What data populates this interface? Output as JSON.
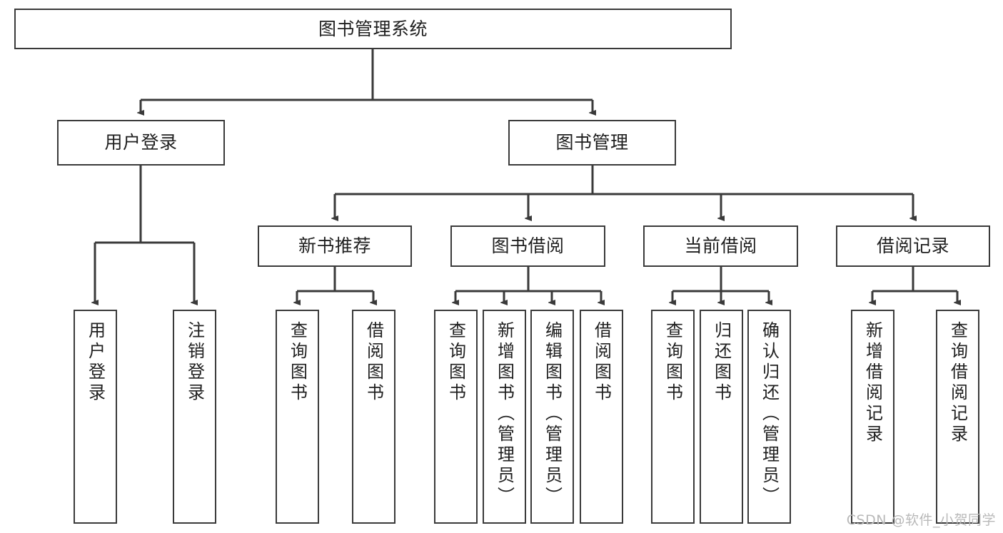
{
  "diagram": {
    "title": "图书管理系统",
    "type": "tree-hierarchy",
    "root": {
      "label": "图书管理系统"
    },
    "level2": [
      {
        "label": "用户登录"
      },
      {
        "label": "图书管理"
      }
    ],
    "level3": [
      {
        "label": "新书推荐"
      },
      {
        "label": "图书借阅"
      },
      {
        "label": "当前借阅"
      },
      {
        "label": "借阅记录"
      }
    ],
    "leaves": {
      "user_login": [
        {
          "label": "用户登录"
        },
        {
          "label": "注销登录"
        }
      ],
      "new_book_recommend": [
        {
          "label": "查询图书"
        },
        {
          "label": "借阅图书"
        }
      ],
      "book_borrow": [
        {
          "label": "查询图书"
        },
        {
          "label": "新增图书（管理员）"
        },
        {
          "label": "编辑图书（管理员）"
        },
        {
          "label": "借阅图书"
        }
      ],
      "current_borrow": [
        {
          "label": "查询图书"
        },
        {
          "label": "归还图书"
        },
        {
          "label": "确认归还（管理员）"
        }
      ],
      "borrow_record": [
        {
          "label": "新增借阅记录"
        },
        {
          "label": "查询借阅记录"
        }
      ]
    }
  },
  "watermark": {
    "text": "CSDN @软件_小贺同学"
  },
  "colors": {
    "stroke": "#3a3a3a",
    "fill": "#ffffff",
    "text": "#1f1f1f",
    "watermark": "#b9b9b9"
  }
}
